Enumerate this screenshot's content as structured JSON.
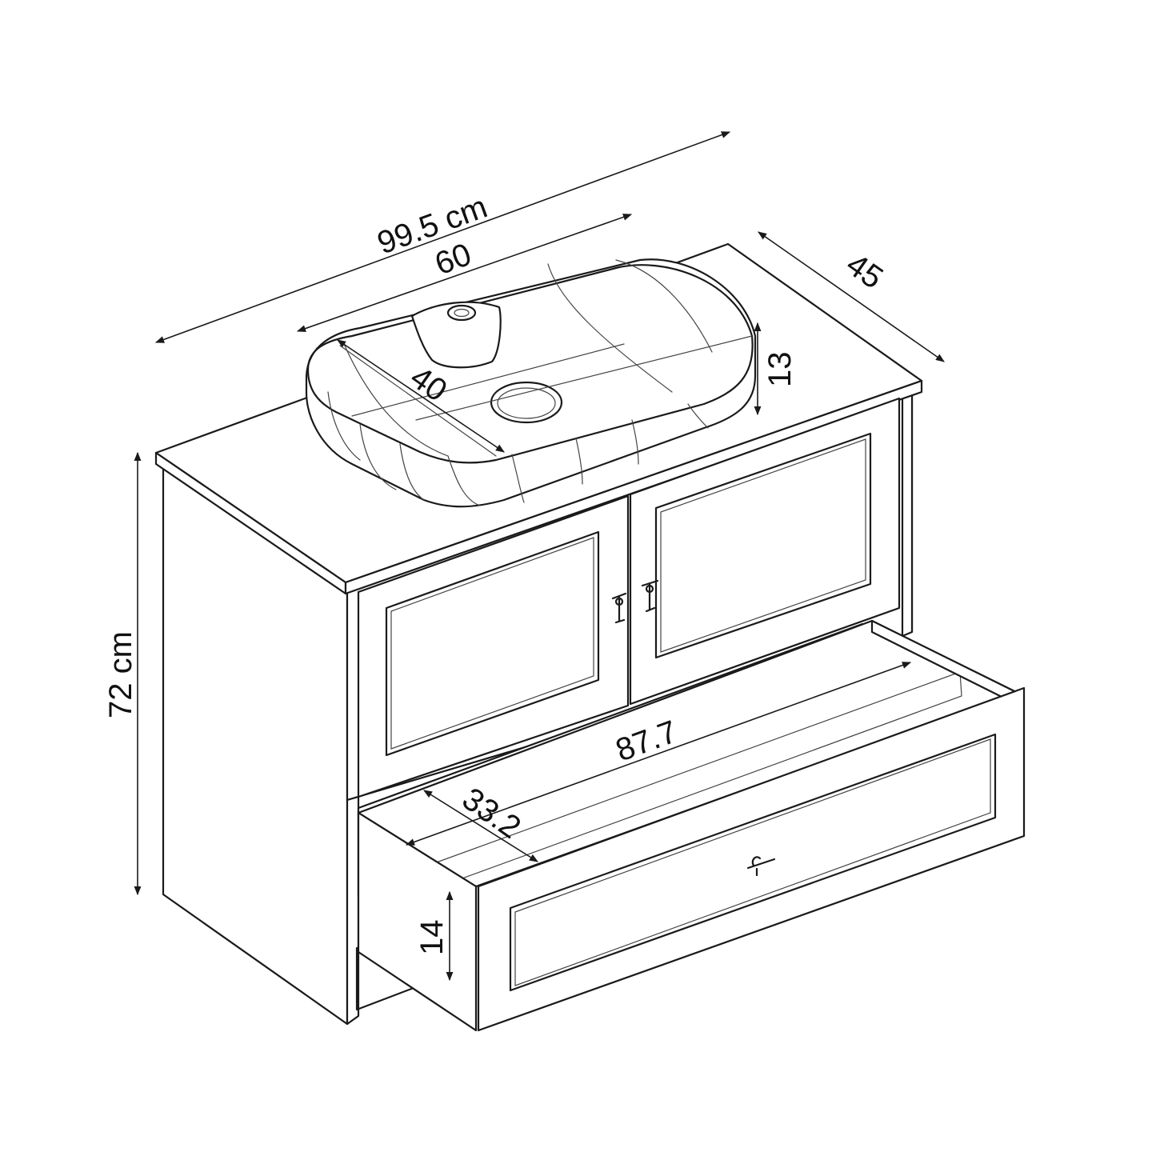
{
  "dimensions": {
    "total_width": "99.5 cm",
    "basin_width": "60",
    "depth": "45",
    "basin_depth": "40",
    "basin_height": "13",
    "height": "72 cm",
    "drawer_width": "87.7",
    "drawer_depth": "33.2",
    "drawer_height": "14"
  },
  "colors": {
    "line": "#1a1a1a",
    "background": "#ffffff"
  }
}
